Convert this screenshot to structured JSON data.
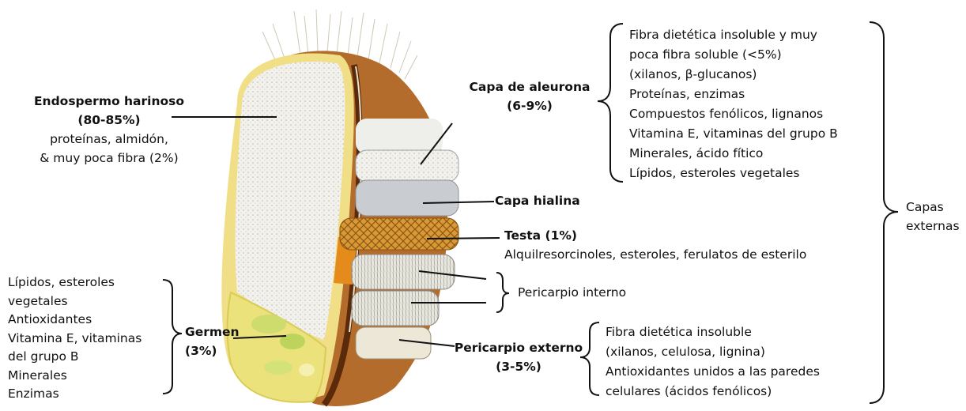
{
  "endosperm": {
    "title": "Endospermo harinoso",
    "pct": "(80-85%)",
    "desc1": "proteínas, almidón,",
    "desc2": "& muy poca fibra (2%)"
  },
  "germ": {
    "title": "Germen",
    "pct": "(3%)",
    "items": [
      "Lípidos, esteroles",
      "vegetales",
      "Antioxidantes",
      "Vitamina E, vitaminas",
      "del grupo B",
      "Minerales",
      "Enzimas"
    ]
  },
  "aleurone": {
    "title": "Capa de aleurona",
    "pct": "(6-9%)",
    "items": [
      "Fibra dietética insoluble y muy",
      "poca fibra soluble (<5%)",
      "(xilanos, β-glucanos)",
      "Proteínas, enzimas",
      "Compuestos fenólicos, lignanos",
      "Vitamina E, vitaminas del grupo B",
      "Minerales, ácido fítico",
      "Lípidos, esteroles vegetales"
    ]
  },
  "hyaline": {
    "title": "Capa hialina"
  },
  "testa": {
    "title": "Testa (1%)",
    "desc": "Alquilresorcinoles, esteroles, ferulatos de esterilo"
  },
  "inner_pericarp": {
    "title": "Pericarpio interno"
  },
  "outer_pericarp": {
    "title": "Pericarpio externo",
    "pct": "(3-5%)",
    "items": [
      "Fibra dietética insoluble",
      "(xilanos, celulosa, lignina)",
      "Antioxidantes unidos a las paredes",
      "celulares (ácidos fenólicos)"
    ]
  },
  "outer_layers": {
    "line1": "Capas",
    "line2": "externas"
  },
  "colors": {
    "endosperm": "#f1f0ea",
    "husk": "#b46c2c",
    "husk_dark": "#7a3f12",
    "germ": "#efe27a",
    "testa": "#d6952a",
    "layer_gray": "#c9ccd0"
  }
}
